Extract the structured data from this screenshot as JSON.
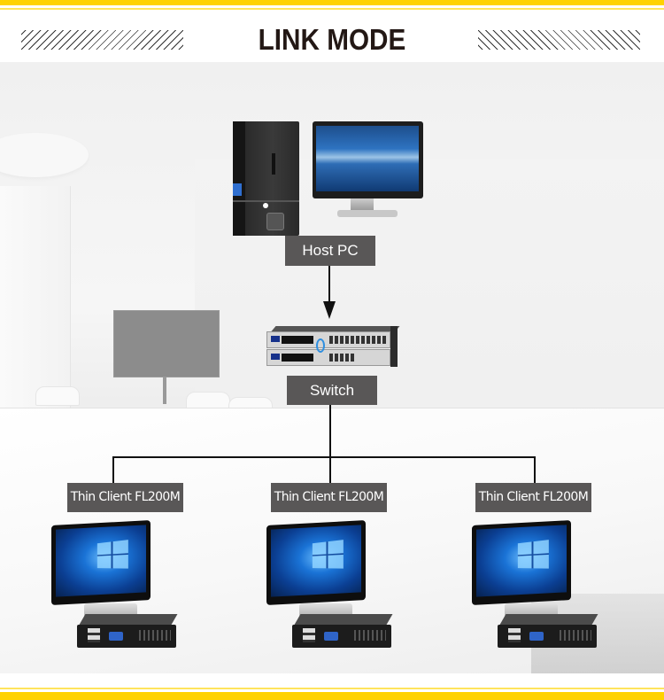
{
  "header": {
    "title": "LINK MODE"
  },
  "diagram": {
    "host": {
      "label": "Host PC"
    },
    "switch": {
      "label": "Switch"
    },
    "clients": [
      {
        "label": "Thin Client FL200M"
      },
      {
        "label": "Thin Client FL200M"
      },
      {
        "label": "Thin Client FL200M"
      }
    ],
    "connections": [
      {
        "from": "Host PC",
        "to": "Switch",
        "type": "arrow"
      },
      {
        "from": "Switch",
        "to": "Thin Client FL200M (1)",
        "type": "line"
      },
      {
        "from": "Switch",
        "to": "Thin Client FL200M (2)",
        "type": "line"
      },
      {
        "from": "Switch",
        "to": "Thin Client FL200M (3)",
        "type": "line"
      }
    ]
  },
  "colors": {
    "accent_yellow": "#ffd200",
    "label_bg": "#595757",
    "label_text": "#ffffff",
    "title_text": "#231815",
    "line": "#111111"
  },
  "icons": {
    "host_tower": "desktop-tower-icon",
    "host_monitor": "monitor-icon",
    "switch": "network-switch-icon",
    "client_monitor": "monitor-icon",
    "client_box": "mini-pc-icon"
  }
}
